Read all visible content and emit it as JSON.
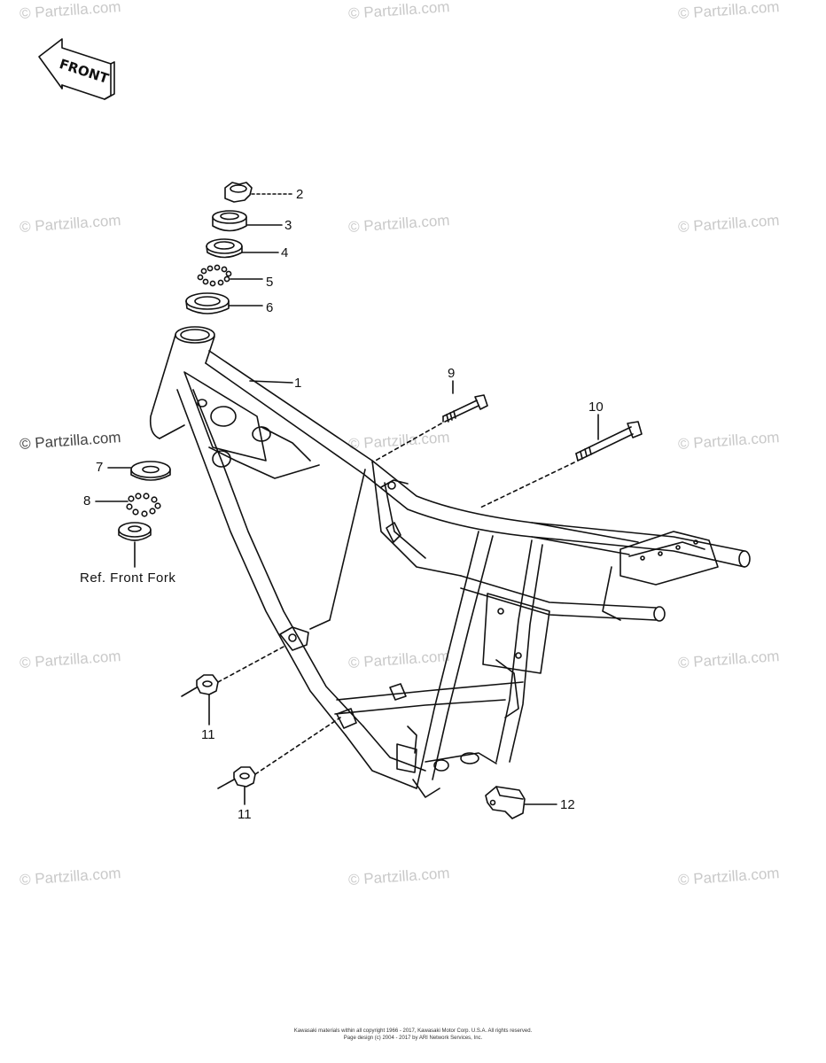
{
  "watermark": {
    "text": "© Partzilla.com",
    "bold_text": "© Partzilla.com"
  },
  "front_arrow": {
    "label": "FRONT"
  },
  "callouts": {
    "c1": "1",
    "c2": "2",
    "c3": "3",
    "c4": "4",
    "c5": "5",
    "c6": "6",
    "c7": "7",
    "c8": "8",
    "c9": "9",
    "c10": "10",
    "c11a": "11",
    "c11b": "11",
    "c12": "12"
  },
  "ref_label": "Ref.  Front Fork",
  "footer": {
    "line1": "Kawasaki materials within all copyright 1966 - 2017, Kawasaki Motor Corp. U.S.A.  All rights reserved.",
    "line2": "Page design (c) 2004 - 2017 by ARI Network Services, Inc."
  },
  "colors": {
    "ink": "#111111",
    "watermark": "#c9c9c9",
    "background": "#ffffff"
  }
}
